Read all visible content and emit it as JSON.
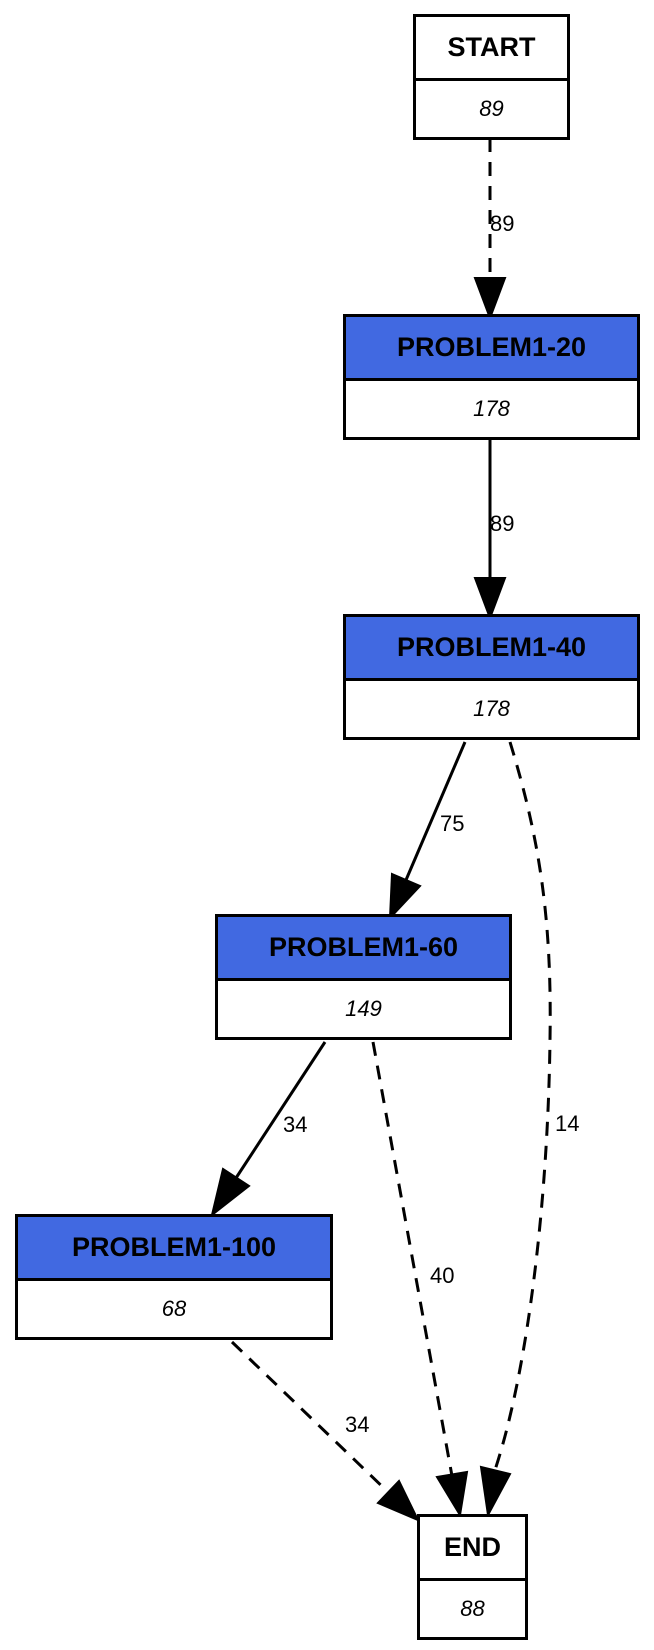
{
  "nodes": {
    "start": {
      "title": "START",
      "count": "89",
      "fill": "#ffffff"
    },
    "problem1_20": {
      "title": "PROBLEM1-20",
      "count": "178",
      "fill": "#4169e1"
    },
    "problem1_40": {
      "title": "PROBLEM1-40",
      "count": "178",
      "fill": "#4169e1"
    },
    "problem1_60": {
      "title": "PROBLEM1-60",
      "count": "149",
      "fill": "#4169e1"
    },
    "problem1_100": {
      "title": "PROBLEM1-100",
      "count": "68",
      "fill": "#4169e1"
    },
    "end": {
      "title": "END",
      "count": "88",
      "fill": "#ffffff"
    }
  },
  "edges": [
    {
      "from": "START",
      "to": "PROBLEM1-20",
      "label": "89",
      "style": "dashed"
    },
    {
      "from": "PROBLEM1-20",
      "to": "PROBLEM1-40",
      "label": "89",
      "style": "solid"
    },
    {
      "from": "PROBLEM1-40",
      "to": "PROBLEM1-60",
      "label": "75",
      "style": "solid"
    },
    {
      "from": "PROBLEM1-40",
      "to": "END",
      "label": "14",
      "style": "dashed"
    },
    {
      "from": "PROBLEM1-60",
      "to": "PROBLEM1-100",
      "label": "34",
      "style": "solid"
    },
    {
      "from": "PROBLEM1-60",
      "to": "END",
      "label": "40",
      "style": "dashed"
    },
    {
      "from": "PROBLEM1-100",
      "to": "END",
      "label": "34",
      "style": "dashed"
    }
  ]
}
